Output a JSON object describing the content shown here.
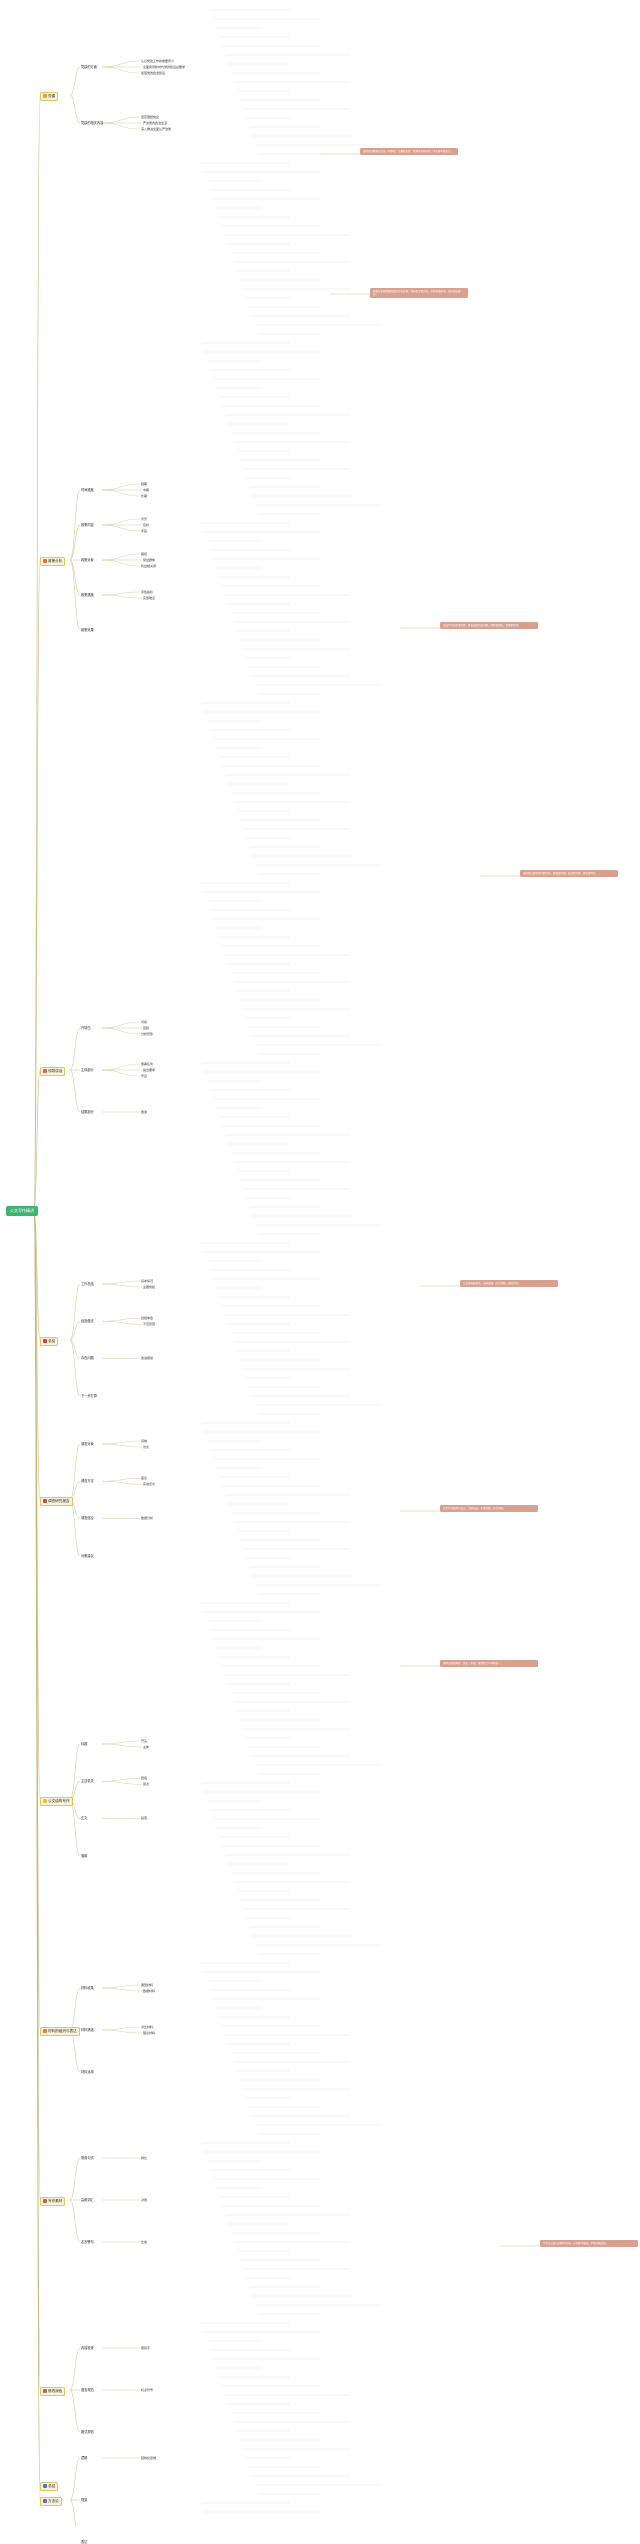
{
  "root": {
    "label": "公文写作精讲"
  },
  "branches": [
    {
      "label": "党建",
      "icon_color": "#f0a030",
      "children": [
        "党建的方面",
        "党建的相关内容"
      ],
      "leaves": [
        "认识党建工作的重要意义",
        "全面贯彻新时代党的建设总要求",
        "加强党的政治建设",
        "坚定理想信念",
        "严肃党内政治生活",
        "深入推进全面从严治党"
      ]
    },
    {
      "label": "政策分析",
      "icon_color": "#e07040",
      "children": [
        "时间维度",
        "政策内容",
        "政策对象",
        "政策措施",
        "政策效果"
      ],
      "leaves": [
        "短期",
        "中期",
        "长期",
        "背景",
        "目标",
        "手段",
        "路径",
        "受益群体",
        "利益相关者",
        "评估指标",
        "实施难点"
      ]
    },
    {
      "label": "领导讲话",
      "icon_color": "#e06060",
      "children": [
        "开场白",
        "主体部分",
        "结尾部分"
      ],
      "leaves": [
        "问候",
        "回顾",
        "分析形势",
        "部署任务",
        "提出要求",
        "号召",
        "致谢"
      ]
    },
    {
      "label": "总结",
      "icon_color": "#d04040",
      "children": [
        "工作总结",
        "经验做法",
        "存在问题",
        "下一步打算"
      ],
      "leaves": [
        "基本情况",
        "主要成绩",
        "经验体会",
        "不足原因",
        "改进措施"
      ]
    },
    {
      "label": "调查研究报告",
      "icon_color": "#c05050",
      "children": [
        "调查对象",
        "调查方法",
        "调查结论",
        "对策建议"
      ],
      "leaves": [
        "问卷",
        "访谈",
        "座谈",
        "实地走访",
        "数据分析"
      ]
    },
    {
      "label": "公文结构写作",
      "icon_color": "#f0c040",
      "children": [
        "标题",
        "主送机关",
        "正文",
        "落款"
      ],
      "leaves": [
        "开头",
        "主体",
        "结尾",
        "层次",
        "段落"
      ]
    },
    {
      "label": "材料的组织与表达",
      "icon_color": "#e08030",
      "children": [
        "材料收集",
        "材料筛选",
        "材料运用"
      ],
      "leaves": [
        "典型材料",
        "数据材料",
        "对比材料",
        "理论材料"
      ]
    },
    {
      "label": "写作素材",
      "icon_color": "#c06050",
      "children": [
        "常用句式",
        "高频词汇",
        "名言警句"
      ],
      "leaves": [
        "排比",
        "对偶",
        "比喻"
      ]
    },
    {
      "label": "修改润色",
      "icon_color": "#a07060",
      "children": [
        "内容检查",
        "语言规范",
        "格式规范"
      ],
      "leaves": [
        "错别字",
        "标点符号"
      ]
    },
    {
      "label": "总结",
      "icon_color": "#3080d0",
      "children": [],
      "leaves": []
    },
    {
      "label": "方法论",
      "icon_color": "#8060c0",
      "children": [
        "逻辑",
        "框架",
        "表达"
      ],
      "leaves": [
        "结构化思维"
      ]
    }
  ],
  "notes": [
    "领导讲话稿要站位高、视野宽，注重政治性、思想性和指导性，语言要有感染力。",
    "政策分析要把握政策出台的背景、目标和主要内容，分析政策影响，提出落实建议。",
    "总结写作要实事求是，既讲成绩也讲问题，经验要提炼，打算要具体。",
    "调研报告要坚持问题导向，数据要准确，结论要可靠，建议要可行。",
    "公文结构要规范，标题准确，层次清晰，逻辑严密。",
    "正文写作要开门见山，主题突出，条理清楚，语言简练。",
    "材料运用要典型、真实、新颖，做到观点与材料统一。",
    "写作方法要以问题为导向，以实践为基础，不断总结提高。"
  ],
  "colors": {
    "root": "#3cb371",
    "line": "#c9b77a",
    "hub_bg": "#fbf3d9",
    "hub_border": "#e3c46b",
    "note_bg": "#d9a090"
  }
}
